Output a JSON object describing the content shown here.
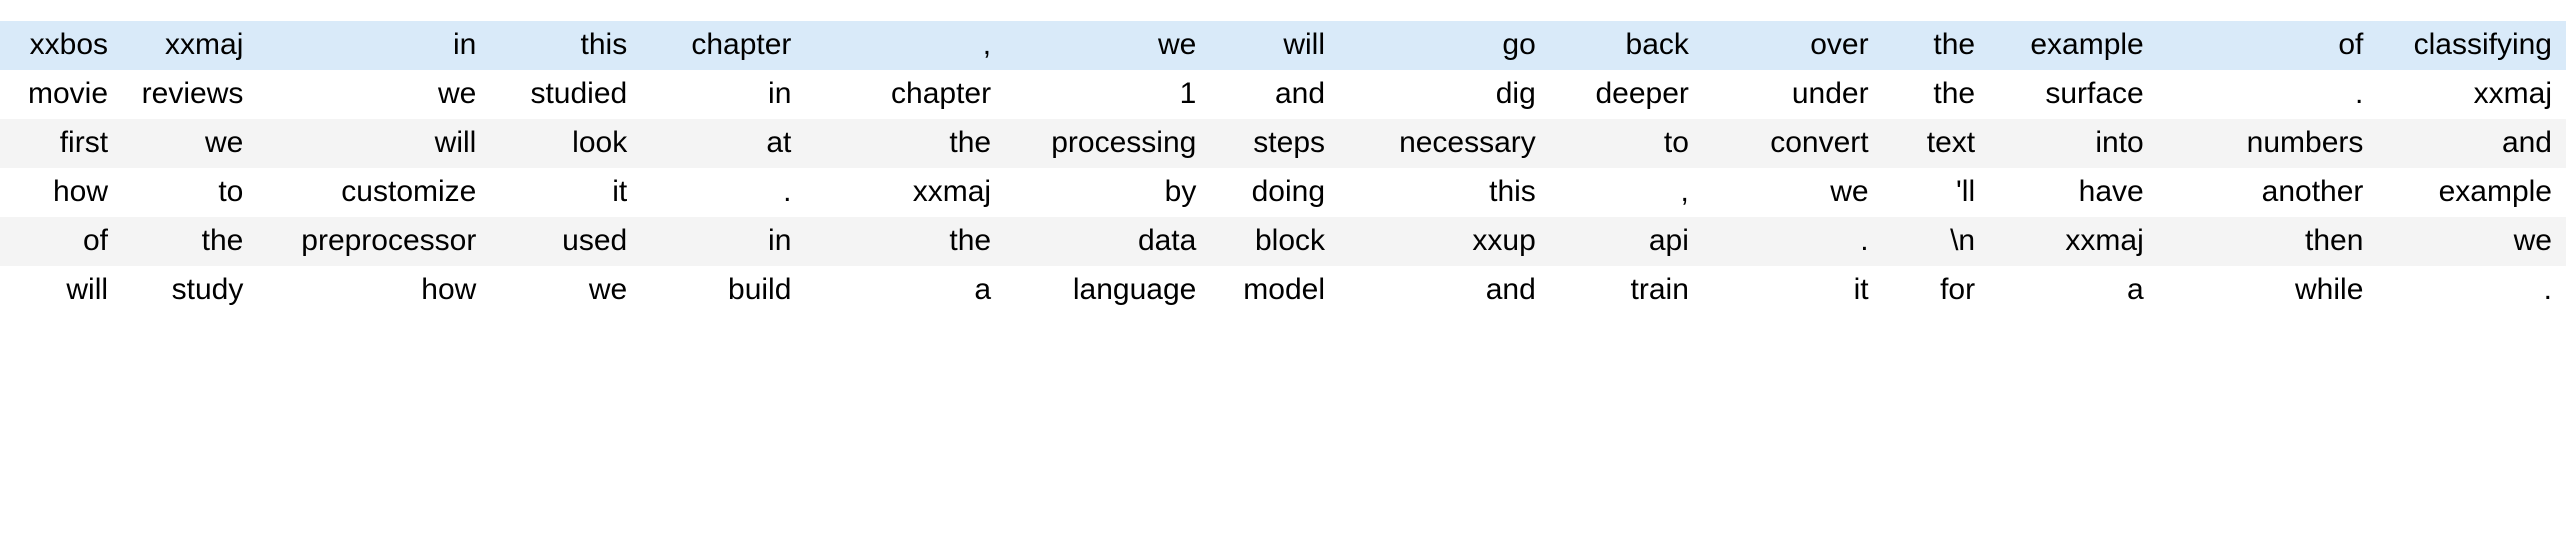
{
  "table": {
    "kind": "dataframe-token-table",
    "column_count": 15,
    "row_count": 6,
    "styles": {
      "highlight_row_background": "#d9eaf9",
      "stripe_row_background": "#f4f4f4",
      "plain_row_background": "#ffffff",
      "text_color": "#000000",
      "page_background": "#ffffff"
    },
    "rows": [
      {
        "style": "highlight",
        "cells": [
          "xxbos",
          "xxmaj",
          "in",
          "this",
          "chapter",
          ",",
          "we",
          "will",
          "go",
          "back",
          "over",
          "the",
          "example",
          "of",
          "classifying"
        ]
      },
      {
        "style": "plain",
        "cells": [
          "movie",
          "reviews",
          "we",
          "studied",
          "in",
          "chapter",
          "1",
          "and",
          "dig",
          "deeper",
          "under",
          "the",
          "surface",
          ".",
          "xxmaj"
        ]
      },
      {
        "style": "stripe",
        "cells": [
          "first",
          "we",
          "will",
          "look",
          "at",
          "the",
          "processing",
          "steps",
          "necessary",
          "to",
          "convert",
          "text",
          "into",
          "numbers",
          "and"
        ]
      },
      {
        "style": "plain",
        "cells": [
          "how",
          "to",
          "customize",
          "it",
          ".",
          "xxmaj",
          "by",
          "doing",
          "this",
          ",",
          "we",
          "'ll",
          "have",
          "another",
          "example"
        ]
      },
      {
        "style": "stripe",
        "cells": [
          "of",
          "the",
          "preprocessor",
          "used",
          "in",
          "the",
          "data",
          "block",
          "xxup",
          "api",
          ".",
          "\\n",
          "xxmaj",
          "then",
          "we"
        ]
      },
      {
        "style": "plain",
        "cells": [
          "will",
          "study",
          "how",
          "we",
          "build",
          "a",
          "language",
          "model",
          "and",
          "train",
          "it",
          "for",
          "a",
          "while",
          "."
        ]
      }
    ]
  }
}
